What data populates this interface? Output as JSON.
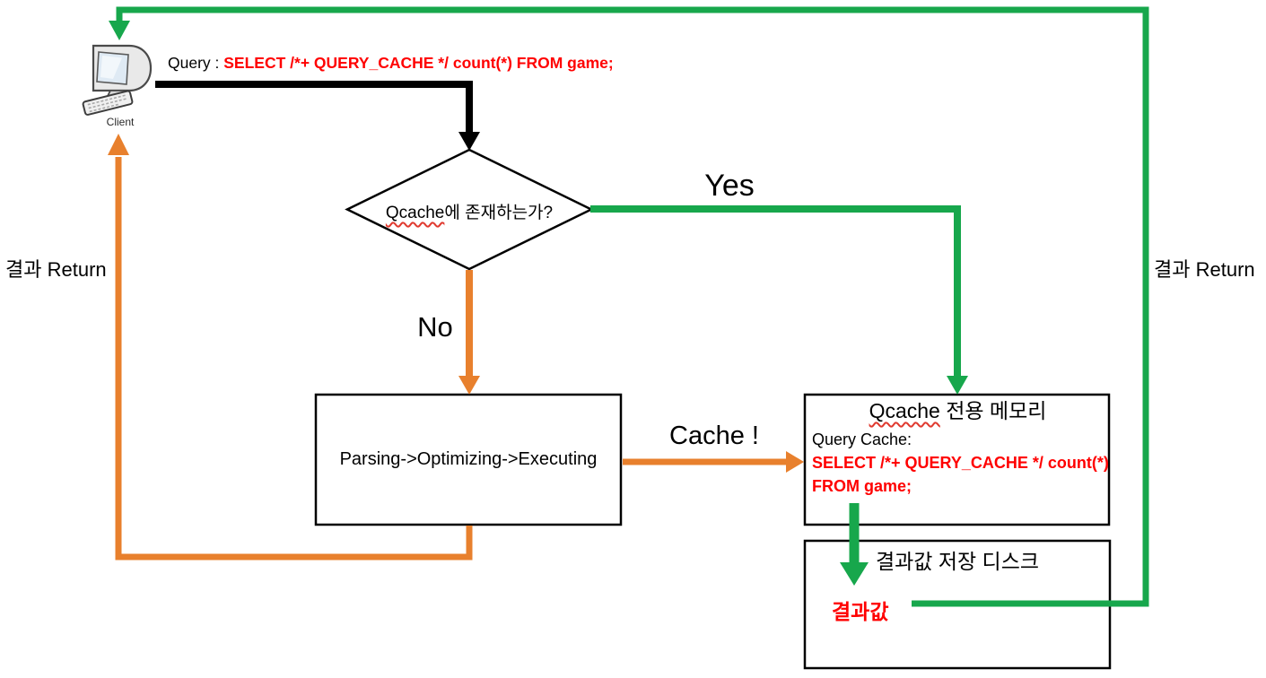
{
  "colors": {
    "green": "#17A74C",
    "orange": "#E8802D",
    "red": "#FF0000",
    "ink": "#000000"
  },
  "client": {
    "label": "Client"
  },
  "query": {
    "prefix": "Query : ",
    "sql": "SELECT /*+ QUERY_CACHE */ count(*) FROM game;"
  },
  "decision": {
    "word_underlined": "Qcache",
    "rest": "에 존재하는가?"
  },
  "labels": {
    "yes": "Yes",
    "no": "No",
    "cache": "Cache !",
    "return_left": "결과 Return",
    "return_right": "결과 Return"
  },
  "process": {
    "label": "Parsing->Optimizing->Executing"
  },
  "qcache_box": {
    "title_word": "Qcache",
    "title_rest": " 전용 메모리",
    "cache_heading": "Query Cache:",
    "sql_line1": "SELECT /*+ QUERY_CACHE */ count(*)",
    "sql_line2": "FROM game;"
  },
  "disk_box": {
    "title": "결과값 저장 디스크",
    "result": "결과값"
  }
}
